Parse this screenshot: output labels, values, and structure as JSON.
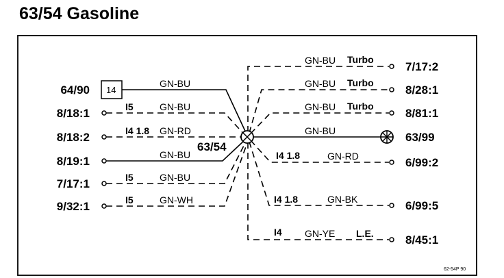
{
  "title": "63/54 Gasoline",
  "center_label": "63/54",
  "connector_box": "14",
  "reference_code": "62-54P  90",
  "left_terminals": {
    "t1": {
      "label": "64/90",
      "wire": "GN-BU",
      "engine": ""
    },
    "t2": {
      "label": "8/18:1",
      "wire": "GN-BU",
      "engine": "I5"
    },
    "t3": {
      "label": "8/18:2",
      "wire": "GN-RD",
      "engine": "I4 1.8"
    },
    "t4": {
      "label": "8/19:1",
      "wire": "GN-BU",
      "engine": ""
    },
    "t5": {
      "label": "7/17:1",
      "wire": "GN-BU",
      "engine": "I5"
    },
    "t6": {
      "label": "9/32:1",
      "wire": "GN-WH",
      "engine": "I5"
    }
  },
  "right_terminals": {
    "t1": {
      "label": "7/17:2",
      "wire": "GN-BU",
      "note": "Turbo"
    },
    "t2": {
      "label": "8/28:1",
      "wire": "GN-BU",
      "note": "Turbo"
    },
    "t3": {
      "label": "8/81:1",
      "wire": "GN-BU",
      "note": "Turbo"
    },
    "t4": {
      "label": "63/99",
      "wire": "GN-BU",
      "note": ""
    },
    "t5": {
      "label": "6/99:2",
      "wire": "GN-RD",
      "note": "I4 1.8"
    },
    "t6": {
      "label": "6/99:5",
      "wire": "GN-BK",
      "note": "I4 1.8"
    },
    "t7": {
      "label": "8/45:1",
      "wire": "GN-YE",
      "note": "I4",
      "note2": "L.E."
    }
  }
}
